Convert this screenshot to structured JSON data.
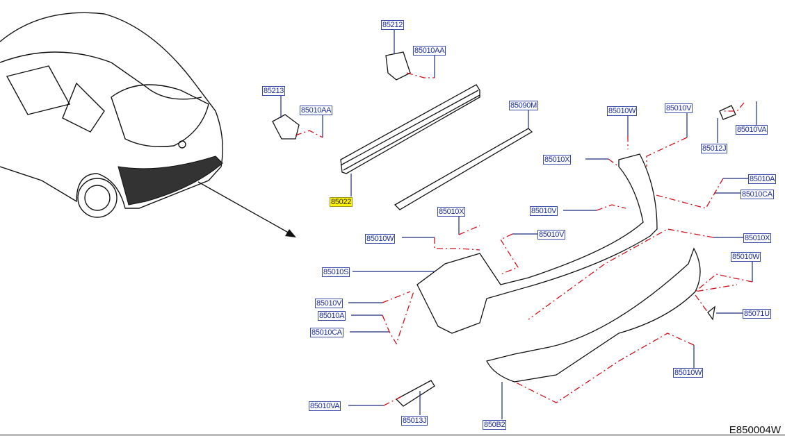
{
  "diagram_code": "E850004W",
  "highlight_color": "#fff200",
  "label_color": "#1a2a9a",
  "leader_color": "#d0101a",
  "labels": [
    {
      "id": "p1",
      "text": "85212"
    },
    {
      "id": "p2",
      "text": "85010AA"
    },
    {
      "id": "p3",
      "text": "85213"
    },
    {
      "id": "p4",
      "text": "85010AA"
    },
    {
      "id": "p5",
      "text": "85022",
      "highlighted": true
    },
    {
      "id": "p6",
      "text": "85090M"
    },
    {
      "id": "p7",
      "text": "85010W"
    },
    {
      "id": "p8",
      "text": "85010V"
    },
    {
      "id": "p9",
      "text": "85010VA"
    },
    {
      "id": "p10",
      "text": "85012J"
    },
    {
      "id": "p11",
      "text": "85010X"
    },
    {
      "id": "p12",
      "text": "85010A"
    },
    {
      "id": "p13",
      "text": "85010CA"
    },
    {
      "id": "p14",
      "text": "85010V"
    },
    {
      "id": "p15",
      "text": "85010X"
    },
    {
      "id": "p16",
      "text": "85010W"
    },
    {
      "id": "p17",
      "text": "85010V"
    },
    {
      "id": "p18",
      "text": "85010X"
    },
    {
      "id": "p19",
      "text": "85010W"
    },
    {
      "id": "p20",
      "text": "85010S"
    },
    {
      "id": "p21",
      "text": "85010V"
    },
    {
      "id": "p22",
      "text": "85010A"
    },
    {
      "id": "p23",
      "text": "85010CA"
    },
    {
      "id": "p24",
      "text": "85071U"
    },
    {
      "id": "p25",
      "text": "85010W"
    },
    {
      "id": "p26",
      "text": "85010VA"
    },
    {
      "id": "p27",
      "text": "85013J"
    },
    {
      "id": "p28",
      "text": "850B2"
    }
  ]
}
